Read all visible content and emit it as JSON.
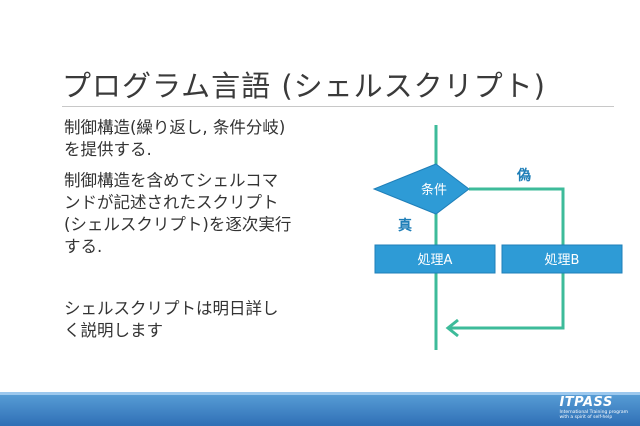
{
  "slide": {
    "title": "プログラム言語 (シェルスクリプト)",
    "paragraph1": [
      "制御構造(繰り返し, 条件分岐)",
      "を提供する."
    ],
    "paragraph2": [
      "制御構造を含めてシェルコマ",
      "ンドが記述されたスクリプト",
      "(シェルスクリプト)を逐次実行",
      "する."
    ],
    "paragraph3": [
      "シェルスクリプトは明日詳し",
      "く説明します"
    ]
  },
  "flowchart": {
    "condition_label": "条件",
    "true_label": "真",
    "false_label": "偽",
    "process_a_label": "処理A",
    "process_b_label": "処理B",
    "colors": {
      "box_fill": "#2e9bd6",
      "box_stroke": "#1f7fb8",
      "flow_line": "#3dbb9a",
      "edge_label": "#1f7fb8",
      "box_text": "#ffffff"
    }
  },
  "footer": {
    "logo_text": "ITPASS",
    "logo_subtext_1": "International Training program",
    "logo_subtext_2": "with a spirit of self-help"
  }
}
